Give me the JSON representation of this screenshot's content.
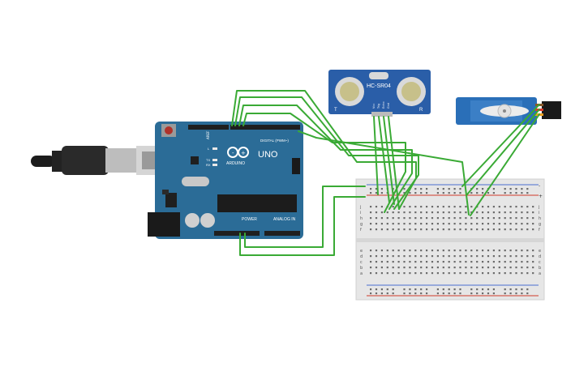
{
  "arduino": {
    "model": "UNO",
    "brand": "ARDUINO",
    "digital_label": "DIGITAL (PWM~)",
    "power_label": "POWER",
    "analog_label": "ANALOG IN",
    "led_l": "L",
    "led_tx": "TX",
    "led_rx": "RX",
    "brand_color": "#2b6c97"
  },
  "sensor": {
    "name": "HC-SR04",
    "left_mark": "T",
    "right_mark": "R",
    "pins": [
      "Vcc",
      "Trig",
      "Echo",
      "Gnd"
    ],
    "board_color": "#2a5ea8"
  },
  "servo": {
    "body_color": "#2a6fb8"
  },
  "breadboard": {
    "row_letters_top": [
      "j",
      "i",
      "h",
      "g",
      "f"
    ],
    "row_letters_bottom": [
      "e",
      "d",
      "c",
      "b",
      "a"
    ],
    "rail_plus": "+",
    "rail_minus": "-"
  },
  "wires": {
    "color": "#3aaa35"
  }
}
